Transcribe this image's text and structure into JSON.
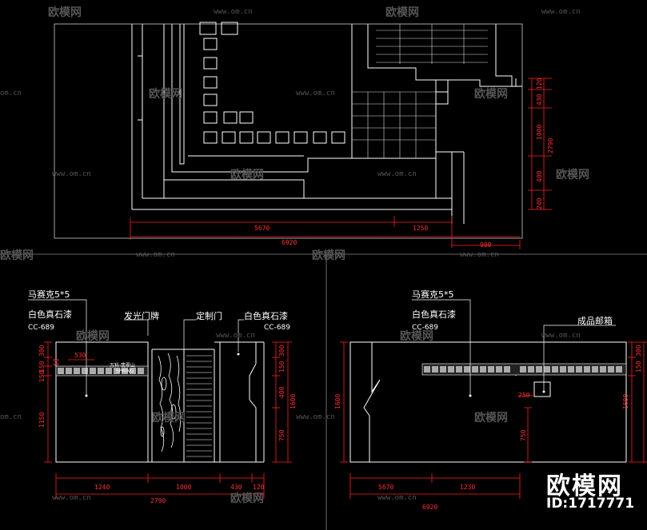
{
  "watermark": {
    "brand": "欧模网",
    "url": "www.om.cn",
    "url_partial": "om.cn",
    "id": "ID:1717771"
  },
  "plan": {
    "dims_h": [
      "5670",
      "1250",
      "6920",
      "900"
    ],
    "dims_v": [
      "120",
      "430",
      "1000",
      "2790",
      "400",
      "240"
    ]
  },
  "left_elev": {
    "labels": [
      "马赛克5*5",
      "白色真石漆",
      "CC-689",
      "发光门牌",
      "定制门",
      "白色真石漆",
      "CC-689"
    ],
    "sign_lines": [
      "万科·翡翠山",
      "SPRING"
    ],
    "dims_h": [
      "1240",
      "1000",
      "430",
      "120",
      "2790",
      "530"
    ],
    "dims_v_left": [
      "300",
      "150",
      "150",
      "1150",
      "50"
    ],
    "dims_v_right": [
      "300",
      "150",
      "400",
      "1600",
      "750"
    ]
  },
  "right_elev": {
    "labels": [
      "马赛克5*5",
      "白色真石漆",
      "CC-689",
      "成品邮箱"
    ],
    "dims_h": [
      "5670",
      "1230",
      "6920",
      "250"
    ],
    "dims_v_left": [
      "1600"
    ],
    "dims_v_right": [
      "300",
      "150",
      "1600",
      "750"
    ]
  }
}
